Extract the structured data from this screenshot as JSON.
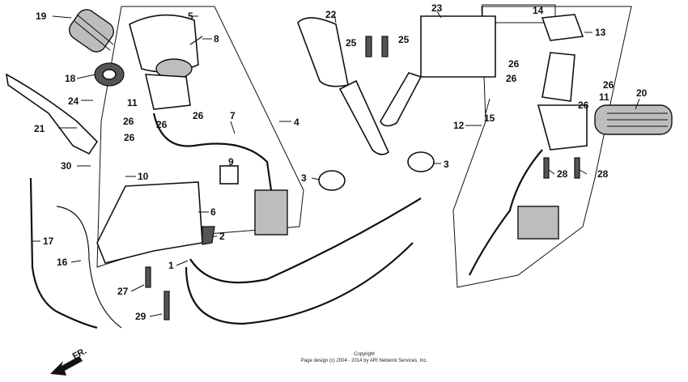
{
  "diagram": {
    "part_labels": [
      "19",
      "5",
      "8",
      "22",
      "25",
      "25",
      "23",
      "14",
      "13",
      "18",
      "26",
      "26",
      "24",
      "11",
      "26",
      "26",
      "7",
      "4",
      "26",
      "21",
      "26",
      "26",
      "12",
      "15",
      "26",
      "11",
      "20",
      "30",
      "10",
      "9",
      "3",
      "3",
      "28",
      "28",
      "6",
      "2",
      "17",
      "16",
      "1",
      "27",
      "29"
    ],
    "direction_label": "FR.",
    "copyright_line1": "Copyright",
    "copyright_line2": "Page design (c) 2004 - 2014 by ARI Network Services, Inc."
  }
}
